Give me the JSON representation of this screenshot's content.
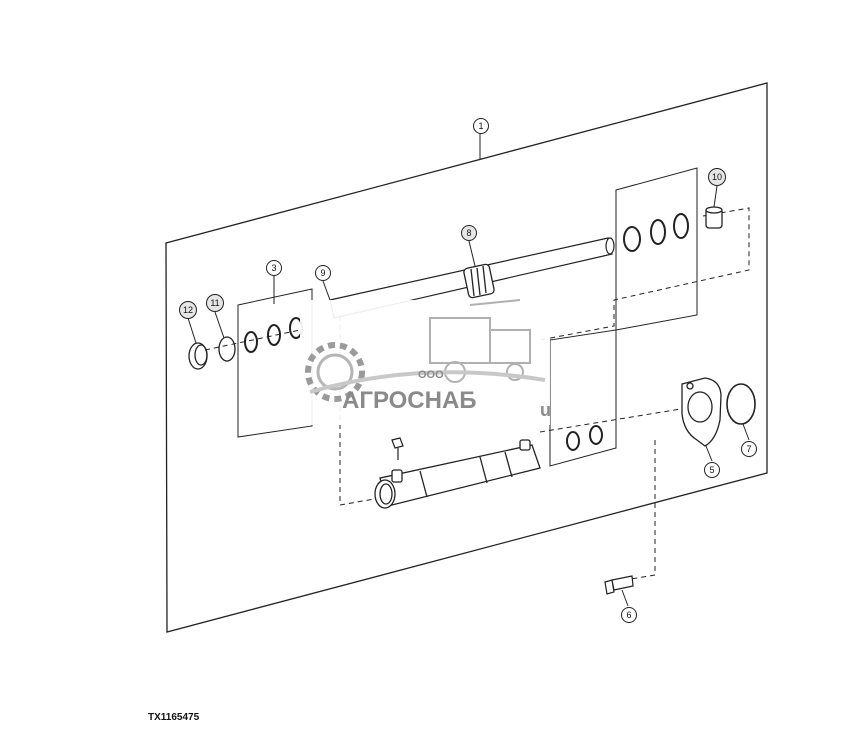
{
  "callouts": {
    "c1": "1",
    "c3": "3",
    "c5": "5",
    "c6": "6",
    "c7": "7",
    "c8": "8",
    "c9": "9",
    "c10": "10",
    "c11": "11",
    "c12": "12"
  },
  "watermark": {
    "prefix": "ООО",
    "name": "АГРОСНАБ",
    "suffix": "u"
  },
  "reference_code": "TX1165475",
  "colors": {
    "line": "#222222",
    "watermark": "#8a8a8a",
    "background": "#ffffff"
  }
}
